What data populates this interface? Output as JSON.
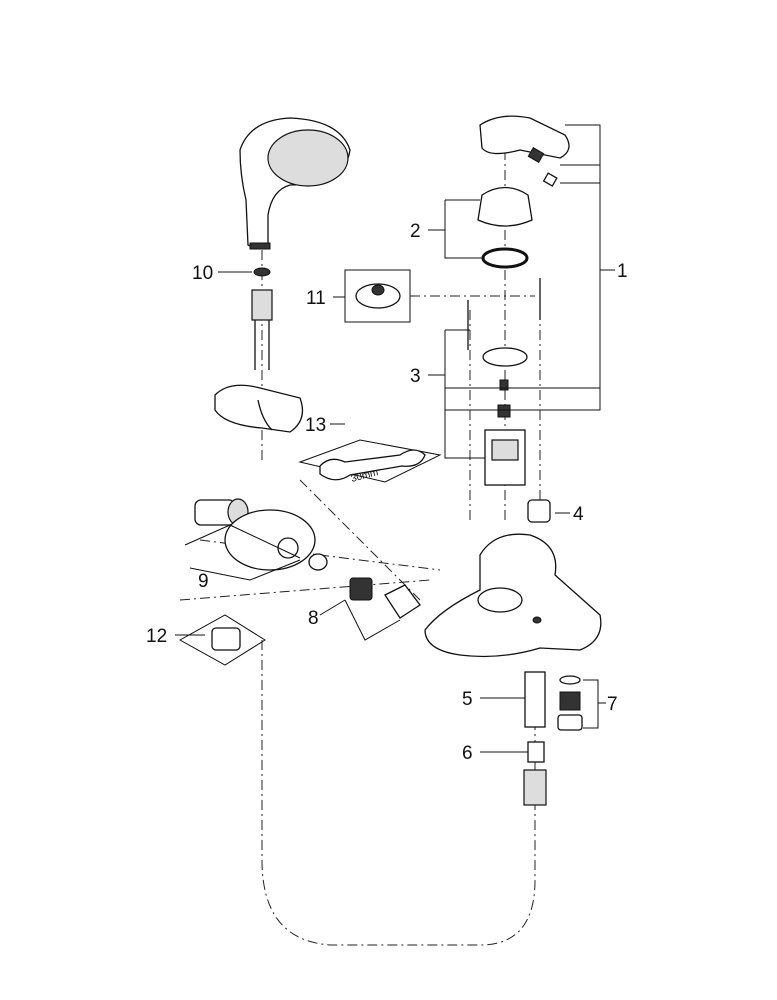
{
  "diagram": {
    "type": "exploded parts diagram",
    "callouts": [
      "1",
      "2",
      "3",
      "4",
      "5",
      "6",
      "7",
      "8",
      "9",
      "10",
      "11",
      "12",
      "13"
    ],
    "wrench_size": "30mm"
  }
}
